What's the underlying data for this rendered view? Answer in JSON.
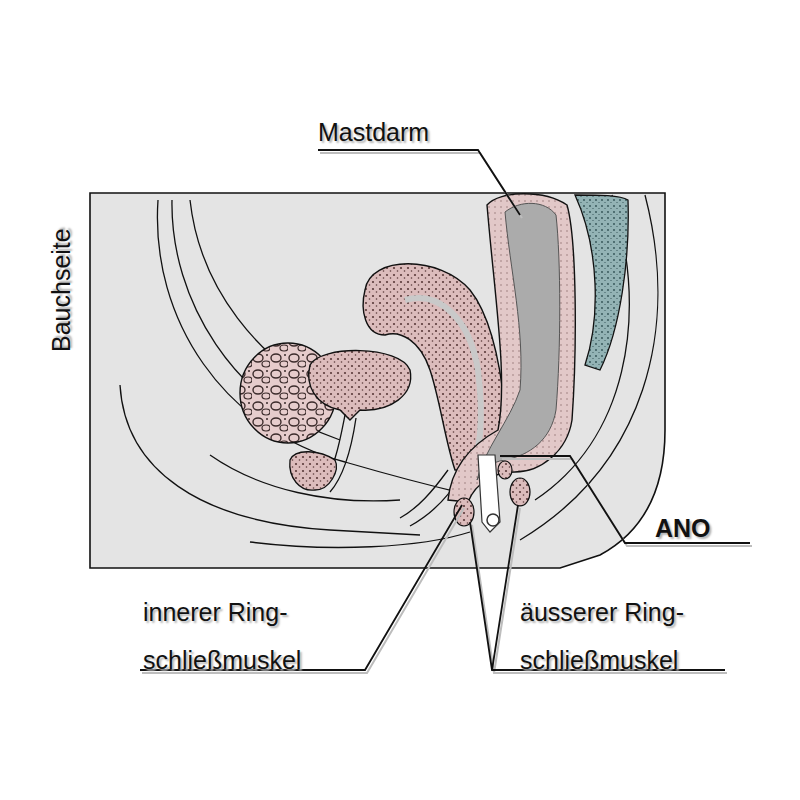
{
  "diagram": {
    "labels": [
      "Mastdarm",
      "Bauchseite",
      "ANO",
      "innerer Ring- schließmuskel",
      "äusserer Ring- schließmuskel"
    ]
  }
}
